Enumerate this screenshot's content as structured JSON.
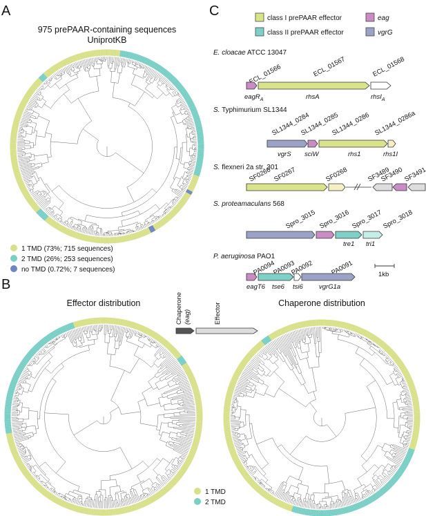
{
  "panels": {
    "a": "A",
    "b": "B",
    "c": "C"
  },
  "panel_a": {
    "title_line1": "975 prePAAR-containing sequences",
    "title_line2": "UniprotKB",
    "legend": [
      {
        "label": "1 TMD (73%; 715 sequences)",
        "color": "#d8e08a"
      },
      {
        "label": "2 TMD (26%; 253 sequences)",
        "color": "#79cfc6"
      },
      {
        "label": "no TMD (0.72%; 7 sequences)",
        "color": "#6e86c0"
      }
    ]
  },
  "panel_b": {
    "effector_title": "Effector distribution",
    "chaperone_title": "Chaperone distribution",
    "schematic": {
      "chaperone_label": "Chaperone",
      "eag_label": "(eag)",
      "effector_label": "Effector"
    },
    "legend": [
      {
        "label": "1 TMD",
        "color": "#d8e08a"
      },
      {
        "label": "2 TMD",
        "color": "#79cfc6"
      }
    ]
  },
  "panel_c": {
    "legend": [
      {
        "label": "class I prePAAR effector",
        "color": "#d9e38a"
      },
      {
        "label": "eag",
        "color": "#c98cc4",
        "italic": true
      },
      {
        "label": "class II prePAAR effector",
        "color": "#7fd0c6"
      },
      {
        "label": "vgrG",
        "color": "#9aa3c6",
        "italic": true
      }
    ],
    "organisms": [
      {
        "genus": "E. cloacae",
        "strain": "ATCC 13047",
        "loci": [
          "ECL_01566",
          "ECL_01567",
          "ECL_01568"
        ],
        "genes": [
          "eagR",
          "rhsA",
          "rhsI"
        ]
      },
      {
        "genus": "S.",
        "strain": "Typhimurium SL1344",
        "loci": [
          "SL1344_0284",
          "SL1344_0285",
          "SL1344_0286",
          "SL1344_0286a"
        ],
        "genes": [
          "vgrS",
          "sciW",
          "rhs1",
          "rhs1I"
        ]
      },
      {
        "genus": "S.",
        "strain": "flexneri 2a str. 301",
        "loci": [
          "SF0266",
          "SF0267",
          "SF0268",
          "SF3489",
          "SF3490",
          "SF3491"
        ],
        "genes": []
      },
      {
        "genus": "S. proteamaculans",
        "strain": "568",
        "loci": [
          "Spro_3015",
          "Spro_3016",
          "Spro_3017",
          "Spro_3018"
        ],
        "genes": [
          "tre1",
          "tri1"
        ]
      },
      {
        "genus": "P. aeruginosa",
        "strain": "PAO1",
        "loci": [
          "PA0094",
          "PA0093",
          "PA0092",
          "PA0091"
        ],
        "genes": [
          "eagT6",
          "tse6",
          "tsi6",
          "vgrG1a"
        ]
      }
    ],
    "subscript_a": "A",
    "scale": "1kb"
  }
}
